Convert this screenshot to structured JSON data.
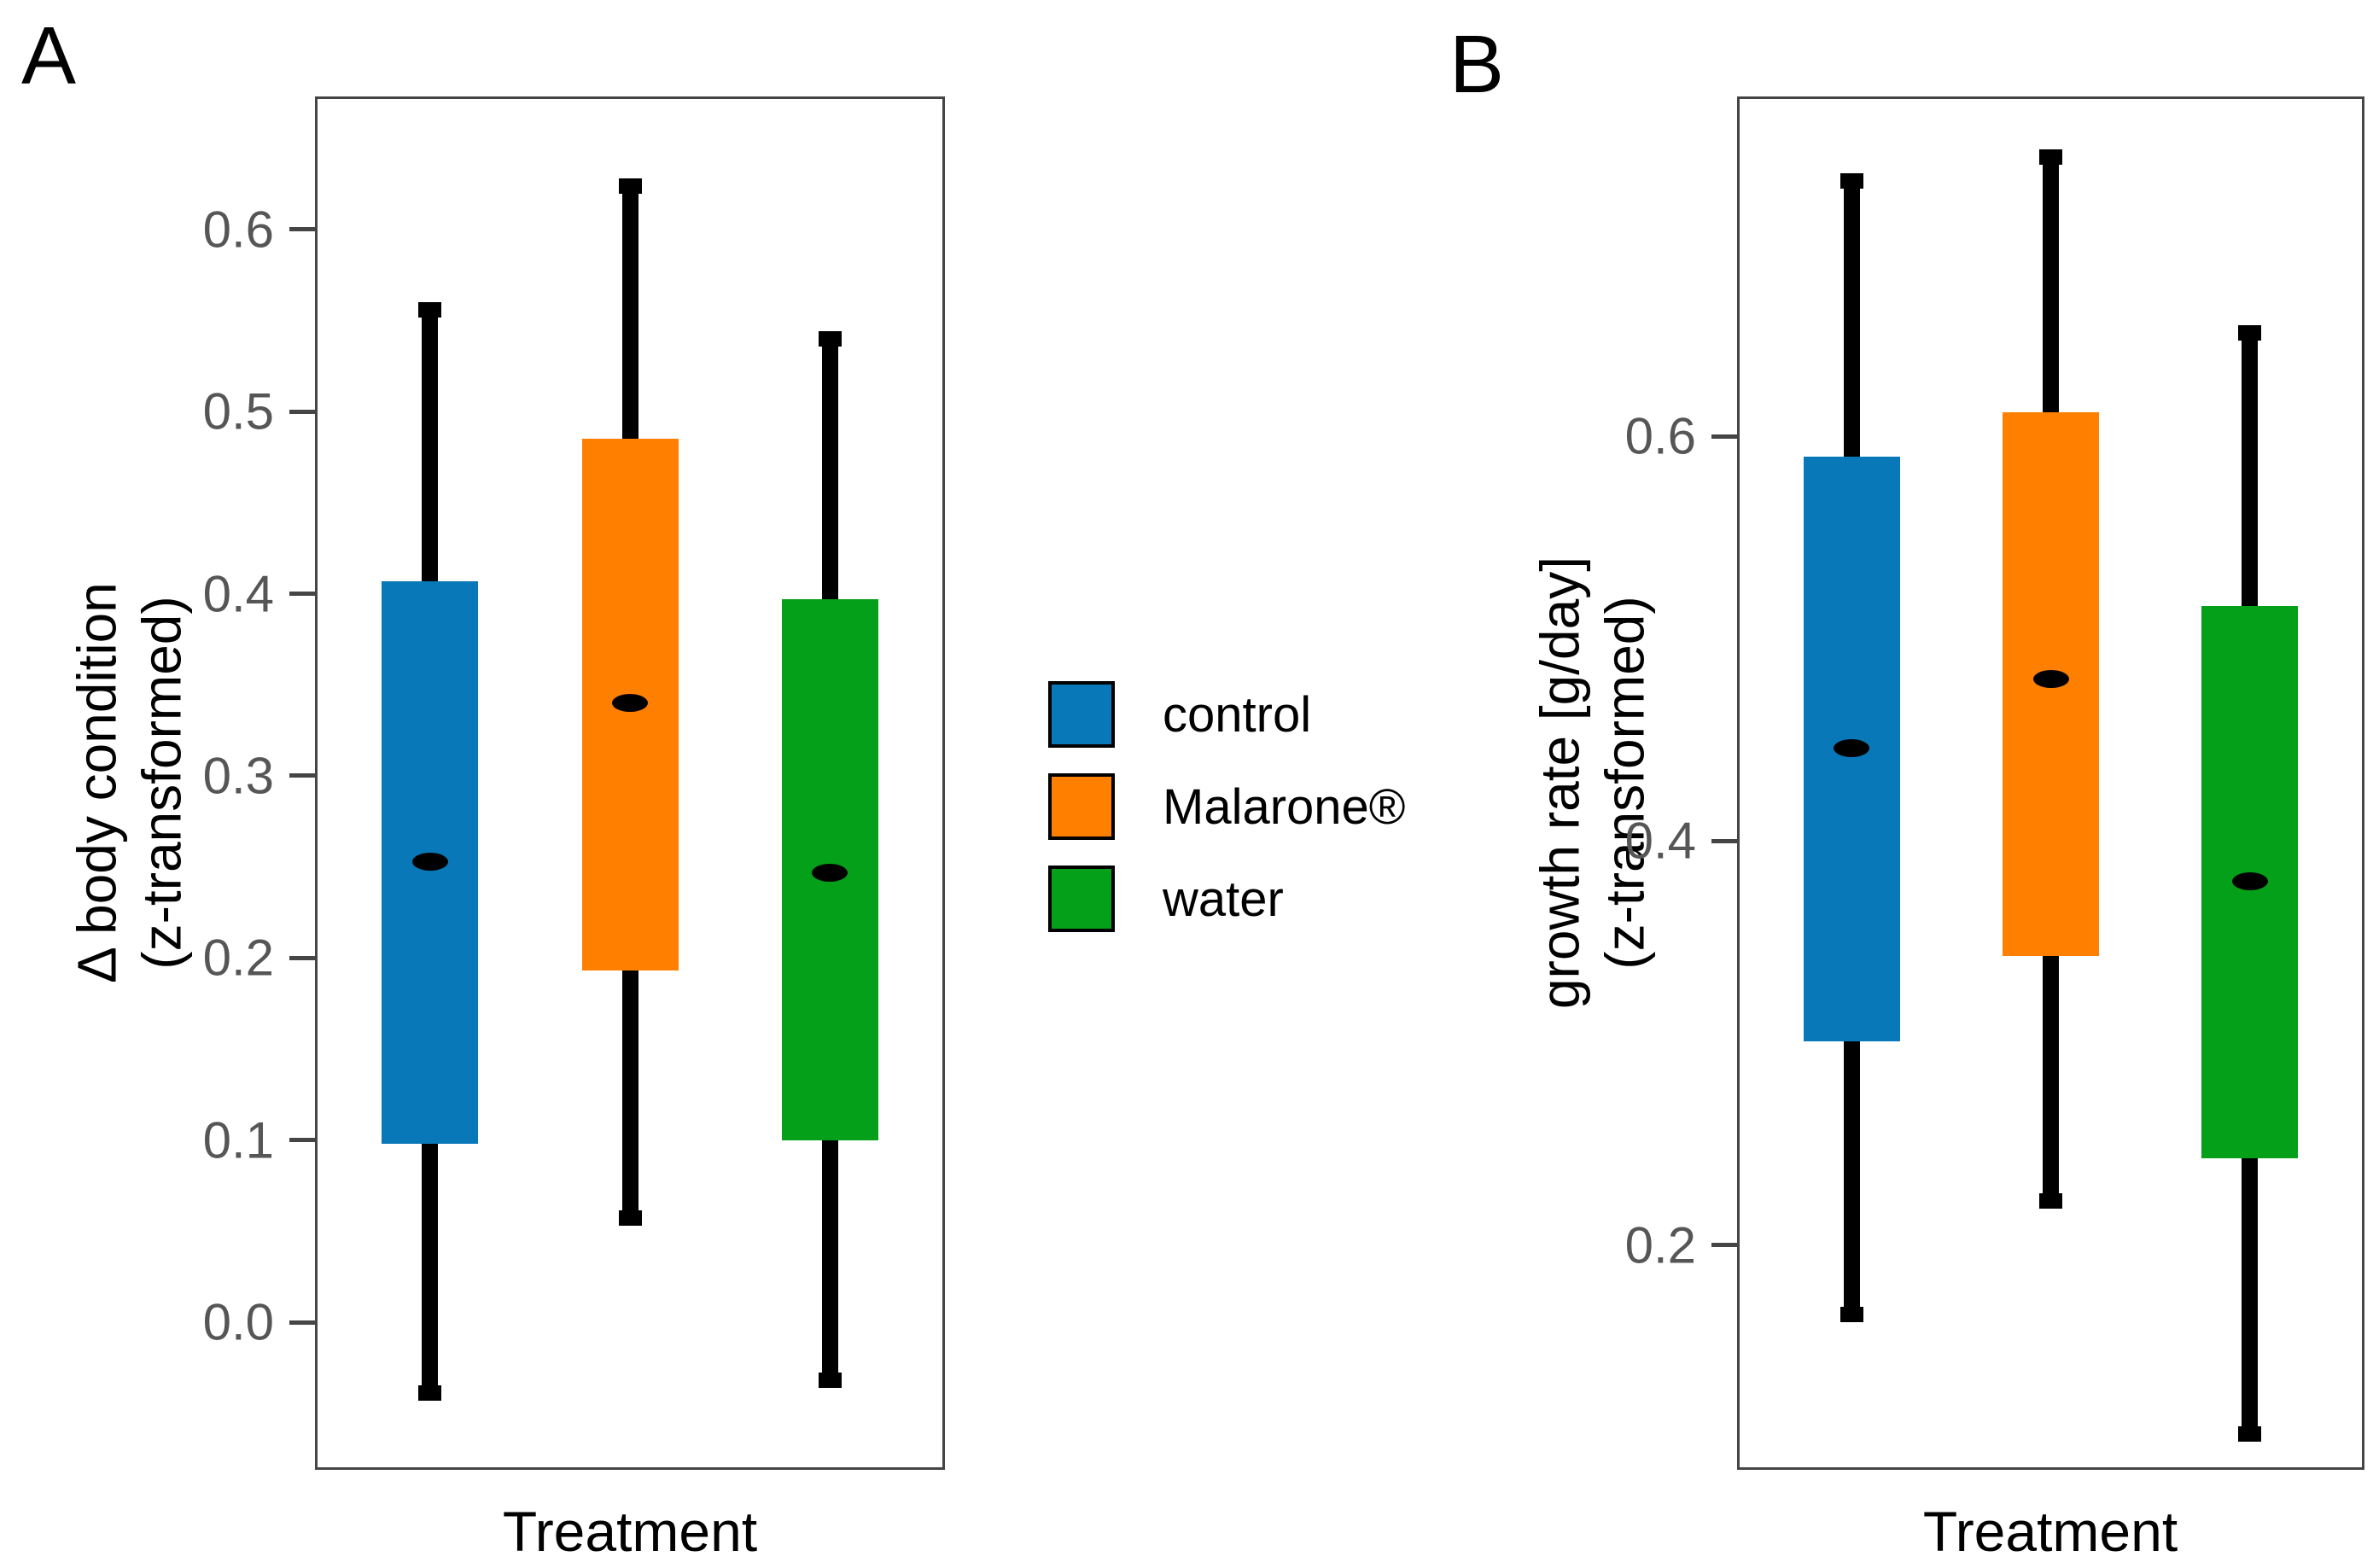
{
  "figure": {
    "panel_a": {
      "letter": "A",
      "y_axis_title_line1": "Δ body condition",
      "y_axis_title_line2": "(z-transformed)",
      "x_axis_title": "Treatment"
    },
    "panel_b": {
      "letter": "B",
      "y_axis_title_line1": "growth rate [g/day]",
      "y_axis_title_line2": "(z-transformed)",
      "x_axis_title": "Treatment"
    }
  },
  "legend": {
    "items": [
      {
        "label": "control",
        "color": "#0878B8"
      },
      {
        "label": "Malarone®",
        "color": "#FF8000"
      },
      {
        "label": "water",
        "color": "#05A019"
      }
    ]
  },
  "colors": {
    "control": "#0878B8",
    "malarone": "#FF8000",
    "water": "#05A019",
    "whisker": "#000000",
    "mean_dot": "#000000",
    "panel_border": "#454545",
    "tick_text": "#565656"
  },
  "chart_data": [
    {
      "type": "boxplot",
      "panel": "A",
      "xlabel": "Treatment",
      "ylabel": "Δ body condition (z-transformed)",
      "categories": [
        "control",
        "Malarone®",
        "water"
      ],
      "ylim": [
        -0.081,
        0.673
      ],
      "yticks": [
        {
          "value": 0.6,
          "label": "0.6"
        },
        {
          "value": 0.5,
          "label": "0.5"
        },
        {
          "value": 0.4,
          "label": "0.4"
        },
        {
          "value": 0.3,
          "label": "0.3"
        },
        {
          "value": 0.2,
          "label": "0.2"
        },
        {
          "value": 0.1,
          "label": "0.1"
        },
        {
          "value": 0.0,
          "label": "0.0"
        }
      ],
      "grid": false,
      "legend_position": "center-right of panel A",
      "groups": [
        {
          "name": "control",
          "color": "control",
          "whisker_low": -0.043,
          "q1": 0.098,
          "mean": 0.253,
          "q3": 0.407,
          "whisker_high": 0.56
        },
        {
          "name": "Malarone®",
          "color": "malarone",
          "whisker_low": 0.053,
          "q1": 0.193,
          "mean": 0.34,
          "q3": 0.485,
          "whisker_high": 0.628
        },
        {
          "name": "water",
          "color": "water",
          "whisker_low": -0.036,
          "q1": 0.1,
          "mean": 0.247,
          "q3": 0.397,
          "whisker_high": 0.544
        }
      ]
    },
    {
      "type": "boxplot",
      "panel": "B",
      "xlabel": "Treatment",
      "ylabel": "growth rate [g/day] (z-transformed)",
      "categories": [
        "control",
        "Malarone®",
        "water"
      ],
      "ylim": [
        0.089,
        0.768
      ],
      "yticks": [
        {
          "value": 0.6,
          "label": "0.6"
        },
        {
          "value": 0.4,
          "label": "0.4"
        },
        {
          "value": 0.2,
          "label": "0.2"
        }
      ],
      "grid": false,
      "legend_position": "shared with panel A",
      "groups": [
        {
          "name": "control",
          "color": "control",
          "whisker_low": 0.162,
          "q1": 0.301,
          "mean": 0.446,
          "q3": 0.59,
          "whisker_high": 0.73
        },
        {
          "name": "Malarone®",
          "color": "malarone",
          "whisker_low": 0.218,
          "q1": 0.343,
          "mean": 0.48,
          "q3": 0.612,
          "whisker_high": 0.742
        },
        {
          "name": "water",
          "color": "water",
          "whisker_low": 0.103,
          "q1": 0.243,
          "mean": 0.38,
          "q3": 0.516,
          "whisker_high": 0.655
        }
      ]
    }
  ]
}
